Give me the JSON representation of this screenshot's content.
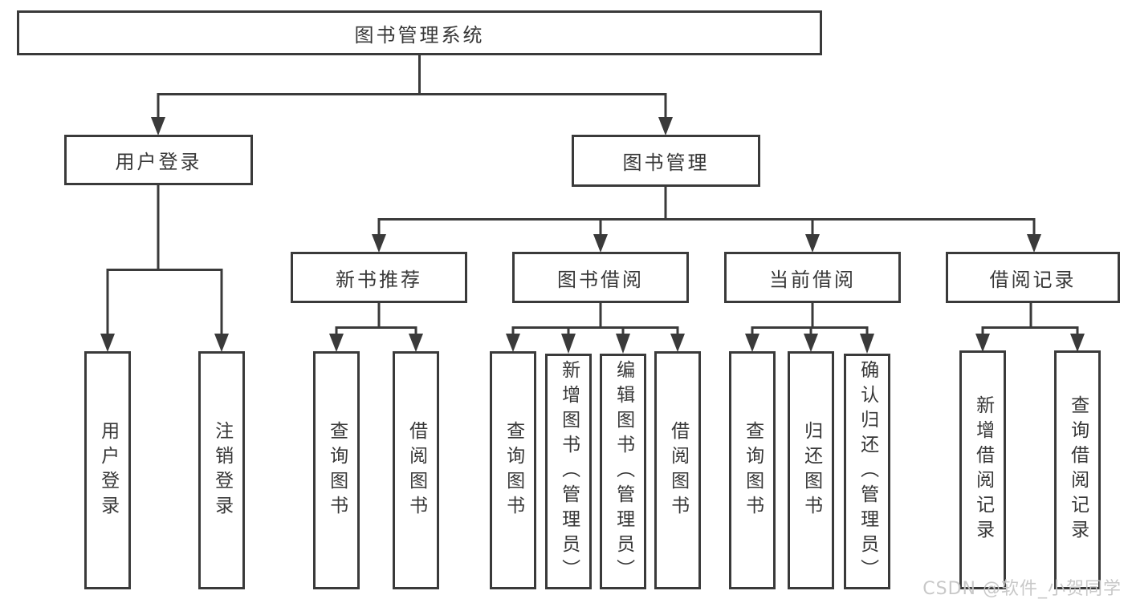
{
  "diagram": {
    "root": {
      "label": "图书管理系统"
    },
    "level2": [
      {
        "id": "user-login",
        "label": "用户登录"
      },
      {
        "id": "book-management",
        "label": "图书管理"
      }
    ],
    "level3": [
      {
        "id": "new-book-recommend",
        "label": "新书推荐"
      },
      {
        "id": "book-borrow",
        "label": "图书借阅"
      },
      {
        "id": "current-borrow",
        "label": "当前借阅"
      },
      {
        "id": "borrow-records",
        "label": "借阅记录"
      }
    ],
    "leaves": {
      "user_login": [
        "用户登录",
        "注销登录"
      ],
      "new_book": [
        "查询图书",
        "借阅图书"
      ],
      "book_borrow": [
        "查询图书",
        "新增图书（管理员）",
        "编辑图书（管理员）",
        "借阅图书"
      ],
      "current_borrow": [
        "查询图书",
        "归还图书",
        "确认归还（管理员）"
      ],
      "records": [
        "新增借阅记录",
        "查询借阅记录"
      ]
    }
  },
  "watermark": {
    "text": "CSDN @软件_小贺同学",
    "color": "#c6c6c6"
  },
  "colors": {
    "line": "#3a3a3a",
    "border": "#3a3a3a",
    "text": "#373737",
    "background": "#ffffff",
    "node_fill": "#ffffff"
  }
}
